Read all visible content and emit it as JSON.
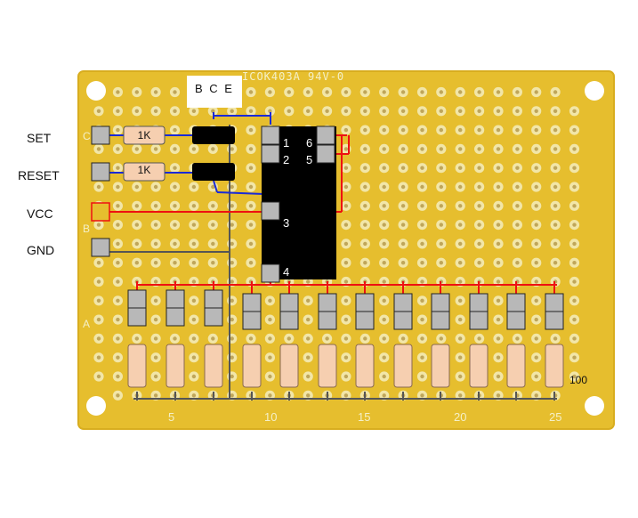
{
  "diagram": {
    "title_print": "ICOK403A 94V-0",
    "bce_label": "B C E",
    "side_labels": {
      "set": "SET",
      "reset": "RESET",
      "vcc": "VCC",
      "gnd": "GND"
    },
    "resistor_labels": [
      "1K",
      "1K"
    ],
    "load_resistor_label": "100",
    "ic_pins": [
      "1",
      "2",
      "3",
      "4",
      "5",
      "6"
    ],
    "column_numbers": [
      "5",
      "10",
      "15",
      "20",
      "25"
    ],
    "row_letters": [
      "C",
      "B",
      "A"
    ],
    "led_pair_count": 12,
    "colors": {
      "board": "#e6be2e",
      "board_edge": "#d8ad1f",
      "pad": "#f2e6a8",
      "hole": "#bfa65a",
      "ic": "#000000",
      "wire_red": "#ee1111",
      "wire_blue": "#1a2ad8",
      "wire_gray": "#555555",
      "component_gray": "#b8b8b8",
      "resistor": "#f6cfb0"
    }
  }
}
